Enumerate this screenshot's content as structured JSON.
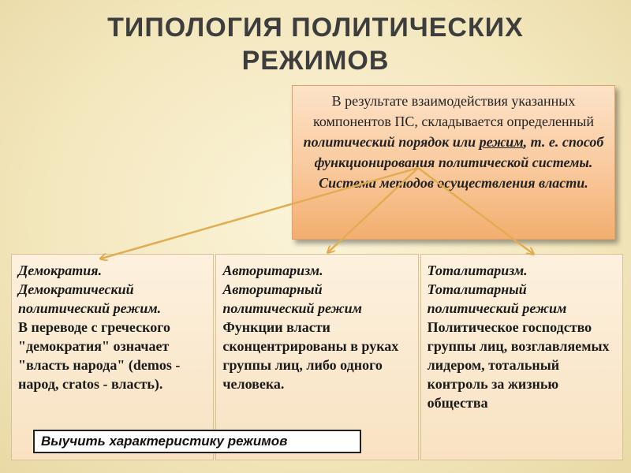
{
  "title": {
    "line1": "ТИПОЛОГИЯ ПОЛИТИЧЕСКИХ",
    "line2": "РЕЖИМОВ"
  },
  "callout": {
    "text_plain": "В результате взаимодействия указанных компонентов ПС, складывается определенный",
    "term_order": "политический порядок",
    "or_word": "или",
    "term_regime": "режим",
    "definition": ", т. е. способ функционирования политической системы. Система методов осуществления власти."
  },
  "columns": [
    {
      "name": "Демократия.",
      "subname": "Демократический политический режим.",
      "description": "В переводе с греческого \"демократия\" означает \"власть народа\" (demos - народ, cratos - власть)."
    },
    {
      "name": "Авторитаризм.",
      "subname": "Авторитарный политический режим",
      "description": "Функции власти сконцентрированы в руках группы лиц, либо одного человека."
    },
    {
      "name": "Тоталитаризм.",
      "subname": "Тоталитарный политический режим",
      "description": "Политическое господство группы лиц, возглавляемых лидером, тотальный контроль  за жизнью общества"
    }
  ],
  "note": {
    "text": "Выучить характеристику режимов"
  },
  "colors": {
    "arrow": "#e2ad52",
    "title": "#3d3d3d"
  }
}
